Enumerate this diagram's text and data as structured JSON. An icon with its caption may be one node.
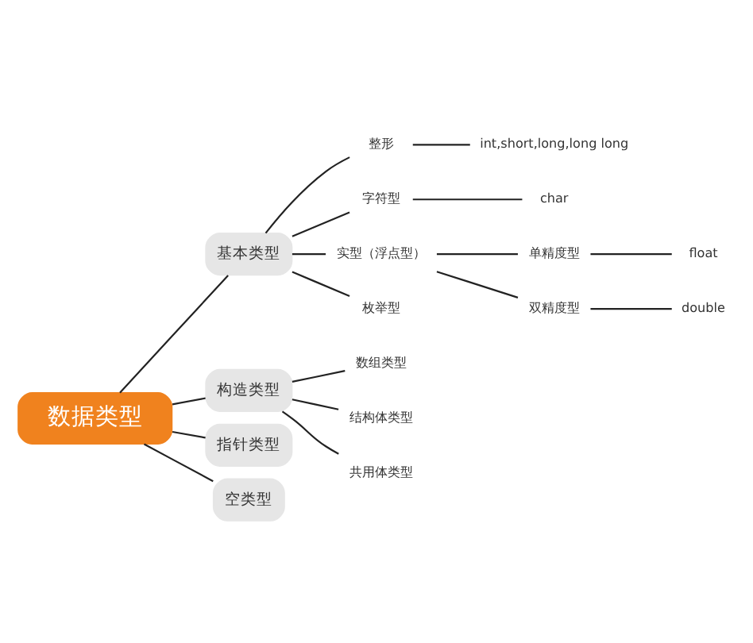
{
  "diagram": {
    "nodes": [
      {
        "text": [
          "数据类型"
        ]
      },
      {
        "text": [
          "基本类型"
        ]
      },
      {
        "text": [
          "整形"
        ]
      },
      {
        "text": [
          "int,short,long,long long"
        ]
      },
      {
        "text": [
          "字符型"
        ]
      },
      {
        "text": [
          "char"
        ]
      },
      {
        "text": [
          "实型（浮点型）"
        ]
      },
      {
        "text": [
          "单精度型"
        ]
      },
      {
        "text": [
          "float"
        ]
      },
      {
        "text": [
          "双精度型"
        ]
      },
      {
        "text": [
          "double"
        ]
      },
      {
        "text": [
          "枚举型"
        ]
      },
      {
        "text": [
          "构造类型"
        ]
      },
      {
        "text": [
          "数组类型"
        ]
      },
      {
        "text": [
          "结构体类型"
        ]
      },
      {
        "text": [
          "共用体类型"
        ]
      },
      {
        "text": [
          "指针类型"
        ]
      },
      {
        "text": [
          "空类型"
        ]
      }
    ],
    "edges": [
      {
        "from": 0,
        "to": 1,
        "arrow": "none"
      },
      {
        "from": 1,
        "to": 2,
        "arrow": "none"
      },
      {
        "from": 2,
        "to": 3,
        "arrow": "none"
      },
      {
        "from": 1,
        "to": 4,
        "arrow": "none"
      },
      {
        "from": 4,
        "to": 5,
        "arrow": "none"
      },
      {
        "from": 1,
        "to": 6,
        "arrow": "none"
      },
      {
        "from": 6,
        "to": 7,
        "arrow": "none"
      },
      {
        "from": 7,
        "to": 8,
        "arrow": "none"
      },
      {
        "from": 6,
        "to": 9,
        "arrow": "none"
      },
      {
        "from": 9,
        "to": 10,
        "arrow": "none"
      },
      {
        "from": 1,
        "to": 11,
        "arrow": "none"
      },
      {
        "from": 0,
        "to": 12,
        "arrow": "none"
      },
      {
        "from": 12,
        "to": 13,
        "arrow": "none"
      },
      {
        "from": 12,
        "to": 14,
        "arrow": "none"
      },
      {
        "from": 12,
        "to": 15,
        "arrow": "none"
      },
      {
        "from": 0,
        "to": 16,
        "arrow": "none"
      },
      {
        "from": 0,
        "to": 17,
        "arrow": "none"
      }
    ]
  }
}
